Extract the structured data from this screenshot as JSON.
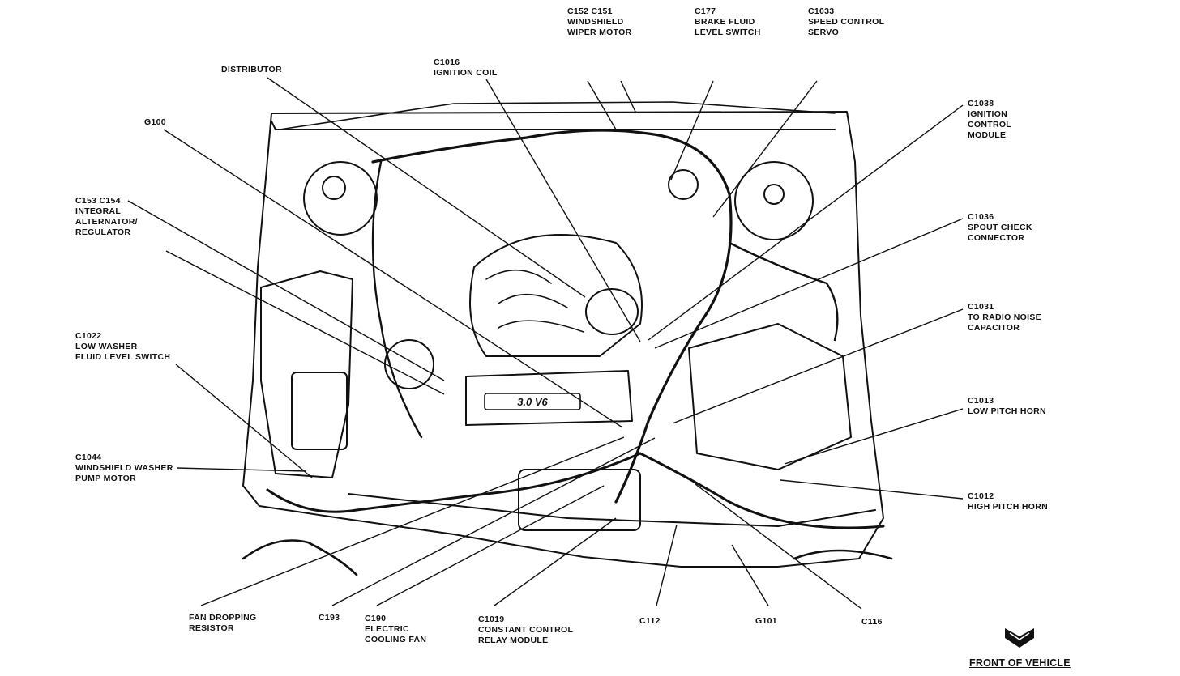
{
  "diagram": {
    "callouts": [
      {
        "id": "c152-c151",
        "lines": [
          "C152 C151",
          "WINDSHIELD",
          "WIPER MOTOR"
        ]
      },
      {
        "id": "c177",
        "lines": [
          "C177",
          "BRAKE FLUID",
          "LEVEL SWITCH"
        ]
      },
      {
        "id": "c1033",
        "lines": [
          "C1033",
          "SPEED CONTROL",
          "SERVO"
        ]
      },
      {
        "id": "distributor",
        "lines": [
          "DISTRIBUTOR"
        ]
      },
      {
        "id": "c1016",
        "lines": [
          "C1016",
          "IGNITION COIL"
        ]
      },
      {
        "id": "g100",
        "lines": [
          "G100"
        ]
      },
      {
        "id": "c1038",
        "lines": [
          "C1038",
          "IGNITION",
          "CONTROL",
          "MODULE"
        ]
      },
      {
        "id": "c153-c154",
        "lines": [
          "C153 C154",
          "INTEGRAL",
          "ALTERNATOR/",
          "REGULATOR"
        ]
      },
      {
        "id": "c1036",
        "lines": [
          "C1036",
          "SPOUT CHECK",
          "CONNECTOR"
        ]
      },
      {
        "id": "c1031",
        "lines": [
          "C1031",
          "TO RADIO NOISE",
          "CAPACITOR"
        ]
      },
      {
        "id": "c1022",
        "lines": [
          "C1022",
          "LOW WASHER",
          "FLUID LEVEL SWITCH"
        ]
      },
      {
        "id": "c1013",
        "lines": [
          "C1013",
          "LOW PITCH HORN"
        ]
      },
      {
        "id": "c1044",
        "lines": [
          "C1044",
          "WINDSHIELD WASHER",
          "PUMP MOTOR"
        ]
      },
      {
        "id": "c1012",
        "lines": [
          "C1012",
          "HIGH PITCH HORN"
        ]
      },
      {
        "id": "fan-dropping-resistor",
        "lines": [
          "FAN DROPPING",
          "RESISTOR"
        ]
      },
      {
        "id": "c193",
        "lines": [
          "C193"
        ]
      },
      {
        "id": "c190",
        "lines": [
          "C190",
          "ELECTRIC",
          "COOLING FAN"
        ]
      },
      {
        "id": "c1019",
        "lines": [
          "C1019",
          "CONSTANT CONTROL",
          "RELAY MODULE"
        ]
      },
      {
        "id": "c112",
        "lines": [
          "C112"
        ]
      },
      {
        "id": "g101",
        "lines": [
          "G101"
        ]
      },
      {
        "id": "c116",
        "lines": [
          "C116"
        ]
      }
    ],
    "engine_badge": "3.0 V6",
    "front_label": "FRONT OF VEHICLE",
    "line_color": "#111111"
  }
}
